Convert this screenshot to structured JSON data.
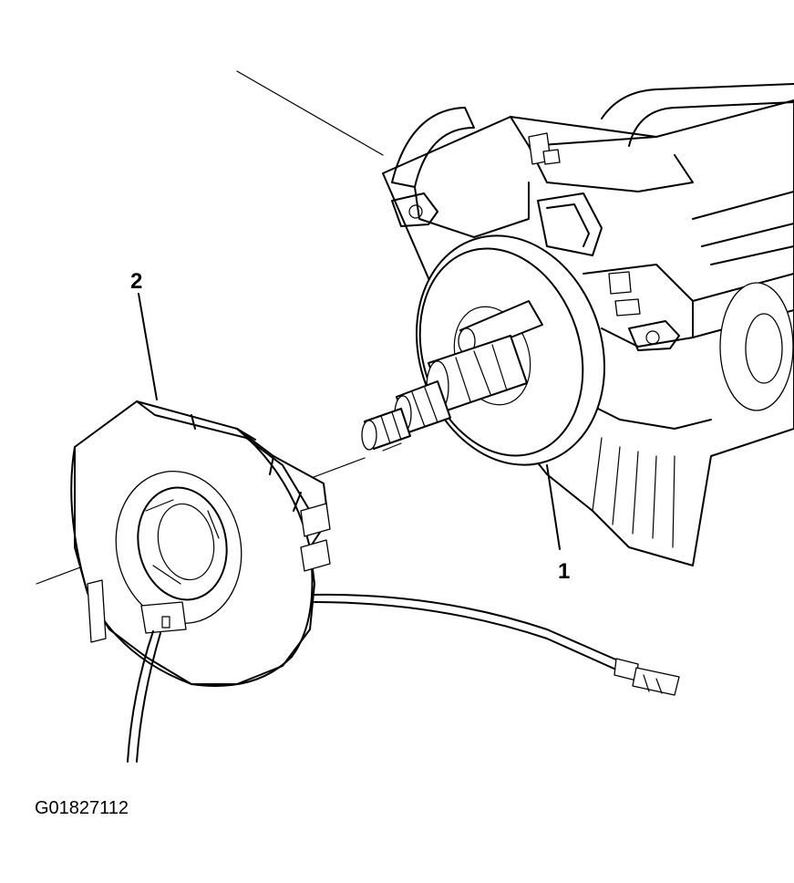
{
  "callouts": {
    "part_1": "1",
    "part_2": "2"
  },
  "figure_id": "G01827112"
}
